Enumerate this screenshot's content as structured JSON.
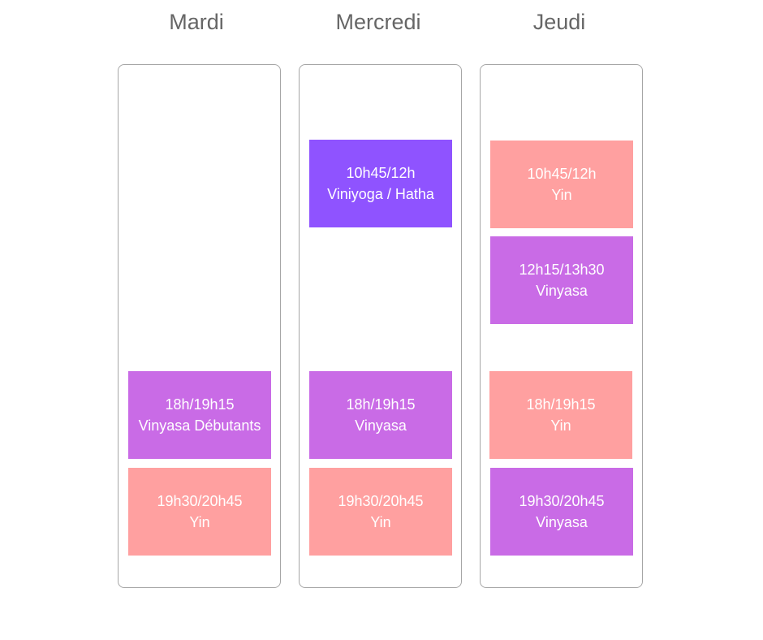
{
  "colors": {
    "vinyasa": "#c96be6",
    "viniyoga": "#8f53ff",
    "yin": "#ffa0a0",
    "title": "#666666",
    "border": "#a6a6a6"
  },
  "days": [
    {
      "name": "Mardi",
      "classes": [
        {
          "time": "18h/19h15",
          "name": "Vinyasa Débutants"
        },
        {
          "time": "19h30/20h45",
          "name": "Yin"
        }
      ]
    },
    {
      "name": "Mercredi",
      "classes": [
        {
          "time": "10h45/12h",
          "name": "Viniyoga / Hatha"
        },
        {
          "time": "18h/19h15",
          "name": "Vinyasa"
        },
        {
          "time": "19h30/20h45",
          "name": "Yin"
        }
      ]
    },
    {
      "name": "Jeudi",
      "classes": [
        {
          "time": "10h45/12h",
          "name": "Yin"
        },
        {
          "time": "12h15/13h30",
          "name": "Vinyasa"
        },
        {
          "time": "18h/19h15",
          "name": "Yin"
        },
        {
          "time": "19h30/20h45",
          "name": "Vinyasa"
        }
      ]
    }
  ]
}
